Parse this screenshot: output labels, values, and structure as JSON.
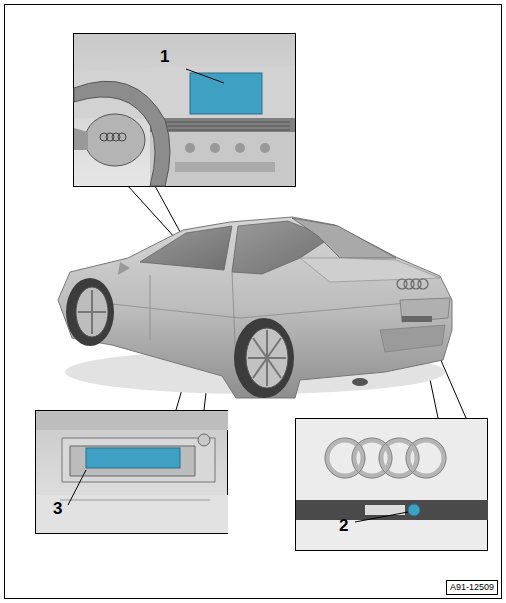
{
  "diagram": {
    "nodes": [
      {
        "text": [
          "A91-12509"
        ]
      }
    ],
    "labels": [
      "1",
      "2",
      "3"
    ]
  }
}
